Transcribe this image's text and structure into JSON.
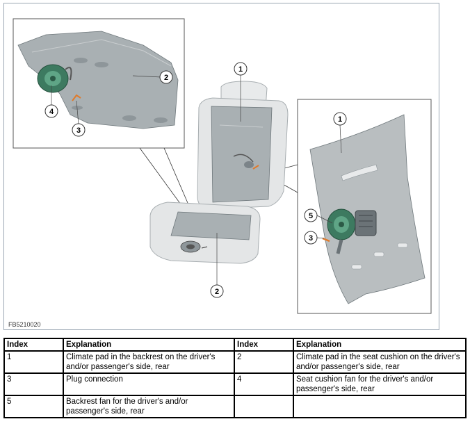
{
  "figure": {
    "code": "FB5210020",
    "callouts": {
      "backrest_pad": "1",
      "cushion_pad": "2",
      "detail_left_pad": "2",
      "detail_left_plug": "3",
      "detail_left_fan": "4",
      "detail_right_pad": "1",
      "detail_right_fan": "5",
      "detail_right_plug": "3"
    },
    "colors": {
      "frame": "#9aa6b2",
      "pad": "#b9bec0",
      "pad_dark": "#8e969a",
      "seat": "#e4e6e7",
      "fan_green": "#4c8f73",
      "plug": "#e07a2a"
    }
  },
  "table": {
    "headers": [
      "Index",
      "Explanation",
      "Index",
      "Explanation"
    ],
    "rows": [
      [
        "1",
        "Climate pad in the backrest on the driver's and/or passenger's side, rear",
        "2",
        "Climate pad in the seat cushion on the driver's and/or passenger's side, rear"
      ],
      [
        "3",
        "Plug connection",
        "4",
        "Seat cushion fan for the driver's and/or passenger's side, rear"
      ],
      [
        "5",
        "Backrest fan for the driver's and/or passenger's side, rear",
        "",
        ""
      ]
    ]
  }
}
